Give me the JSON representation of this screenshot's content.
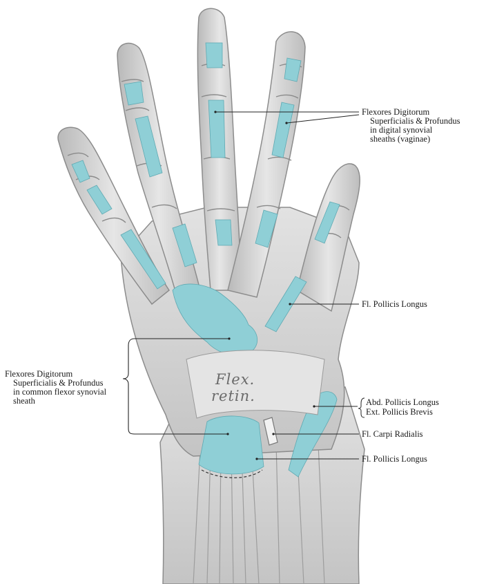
{
  "labels": {
    "digital_sheaths": [
      "Flexores Digitorum",
      "Superficialis & Profundus",
      "in digital synovial",
      "sheaths (vaginae)"
    ],
    "common_sheath": [
      "Flexores Digitorum",
      "Superficialis & Profundus",
      "in common flexor synovial",
      "sheath"
    ],
    "fl_pollicis_longus_upper": "Fl. Pollicis Longus",
    "abd_pollicis_longus": "Abd. Pollicis Longus",
    "ext_pollicis_brevis": "Ext. Pollicis Brevis",
    "fl_carpi_radialis": "Fl. Carpi Radialis",
    "fl_pollicis_longus_lower": "Fl. Pollicis Longus"
  },
  "engraved_text": {
    "line1": "Flex.",
    "line2": "retin."
  },
  "colors": {
    "synovial_sheath": "#8fcfd6",
    "tissue": "#dcdcdc",
    "tissue_shadow": "#a9a9a9",
    "leader_line": "#222222"
  }
}
